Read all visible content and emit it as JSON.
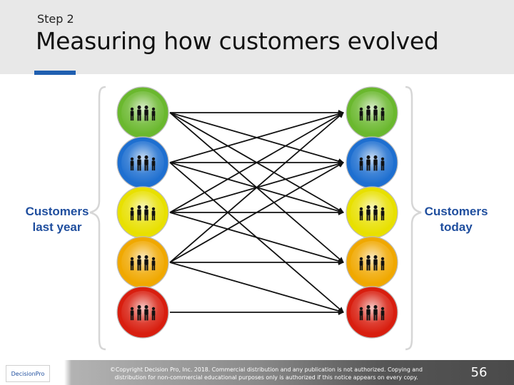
{
  "header": {
    "step": "Step 2",
    "title": "Measuring how customers evolved"
  },
  "labels": {
    "left": "Customers last year",
    "right": "Customers today"
  },
  "segments": [
    {
      "color": "#6ab82e"
    },
    {
      "color": "#1e6fd0"
    },
    {
      "color": "#e8e000"
    },
    {
      "color": "#f0a800"
    },
    {
      "color": "#d81e0f"
    }
  ],
  "links": [
    {
      "from": 1,
      "to": 1
    },
    {
      "from": 1,
      "to": 2
    },
    {
      "from": 1,
      "to": 3
    },
    {
      "from": 1,
      "to": 4
    },
    {
      "from": 2,
      "to": 1
    },
    {
      "from": 2,
      "to": 2
    },
    {
      "from": 2,
      "to": 3
    },
    {
      "from": 2,
      "to": 5
    },
    {
      "from": 3,
      "to": 1
    },
    {
      "from": 3,
      "to": 2
    },
    {
      "from": 3,
      "to": 3
    },
    {
      "from": 3,
      "to": 4
    },
    {
      "from": 4,
      "to": 1
    },
    {
      "from": 4,
      "to": 2
    },
    {
      "from": 4,
      "to": 4
    },
    {
      "from": 4,
      "to": 5
    },
    {
      "from": 5,
      "to": 5
    }
  ],
  "footer": {
    "logo_text": "DecisionPro",
    "copyright": "©Copyright Decision Pro, Inc. 2018. Commercial distribution and any publication is not authorized. Copying and distribution for non-commercial educational purposes only is authorized if this notice appears on every copy.",
    "page_number": "56"
  }
}
